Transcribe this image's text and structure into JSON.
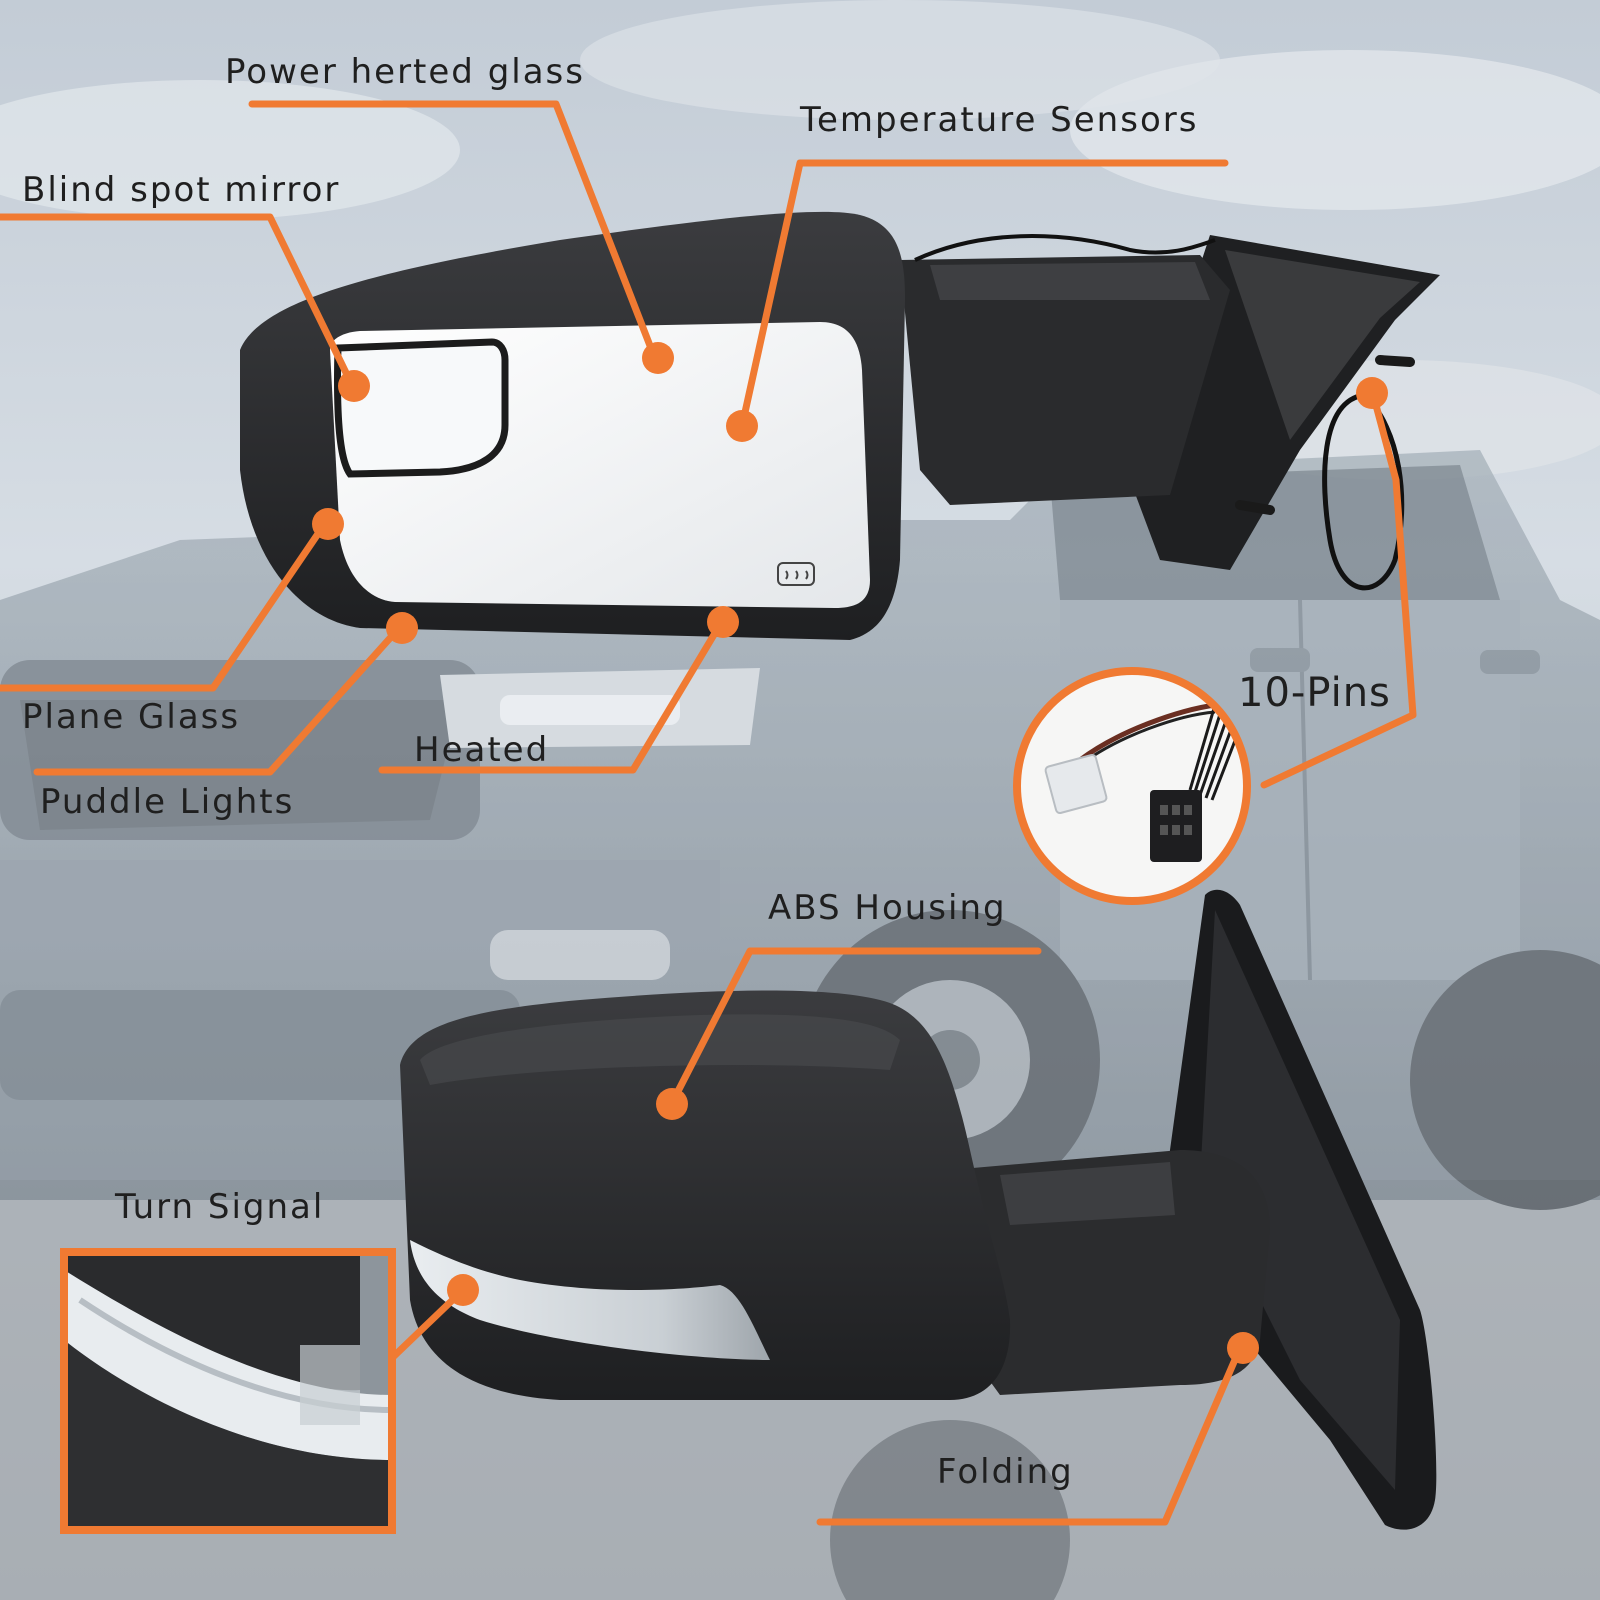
{
  "colors": {
    "accent": "#f07a32",
    "label_text": "#1f1f1f",
    "mirror_body": "#2b2c2e",
    "glass": "#f1f3f5",
    "sky": "#c9d3dc",
    "truck": "#8d99a4"
  },
  "labels": {
    "power_heated_glass": "Power herted glass",
    "temperature_sensors": "Temperature Sensors",
    "blind_spot_mirror": "Blind spot mirror",
    "plane_glass": "Plane Glass",
    "heated": "Heated",
    "puddle_lights": "Puddle Lights",
    "ten_pins": "10-Pins",
    "abs_housing": "ABS Housing",
    "turn_signal": "Turn Signal",
    "folding": "Folding"
  },
  "icons": {
    "heated_glass_symbol": "defrost-icon"
  }
}
